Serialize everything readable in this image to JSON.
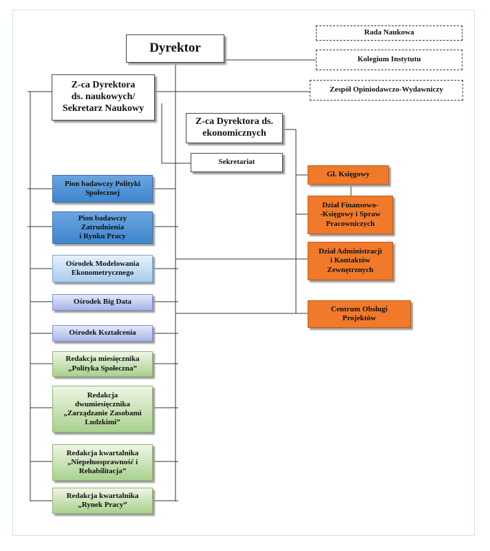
{
  "director": "Dyrektor",
  "advisory": {
    "rada": "Rada Naukowa",
    "kolegium": "Kolegium Instytutu",
    "zespol": "Zespół Opiniodawczo-Wydawniczy"
  },
  "deputy_science": "Z-ca Dyrektora\nds. naukowych/\nSekretarz Naukowy",
  "deputy_econ": "Z-ca Dyrektora ds.\nekonomicznych",
  "sekretariat": "Sekretariat",
  "units_left": [
    "Pion badawczy Polityki\nSpołecznej",
    "Pion badawczy\nZatrudnienia\ni Rynku Pracy",
    "Ośrodek Modelowania\nEkonometrycznego",
    "Ośrodek Big Data",
    "Ośrodek Kształcenia",
    "Redakcja miesięcznika\n„Polityka Społeczna”",
    "Redakcja\ndwumiesięcznika\n„Zarządzanie Zasobami\nLudzkimi”",
    "Redakcja kwartalnika\n„Niepełnosprawność i\nRehabilitacja”",
    "Redakcja kwartalnika\n„Rynek Pracy”"
  ],
  "units_right": [
    "Gł. Księgowy",
    "Dział Finansowo-\n-Księgowy i Spraw\nPracowniczych",
    "Dział Administracji\ni Kontaktów\nZewnętrznych",
    "Centrum Obsługi\nProjektów"
  ],
  "colors": {
    "pion": "#4a90d9",
    "osrodek": "#b7d4f0",
    "redakcja": "#b5d69a",
    "ekonomiczne": "#f07a2a",
    "frame": "#cfe2ea"
  }
}
